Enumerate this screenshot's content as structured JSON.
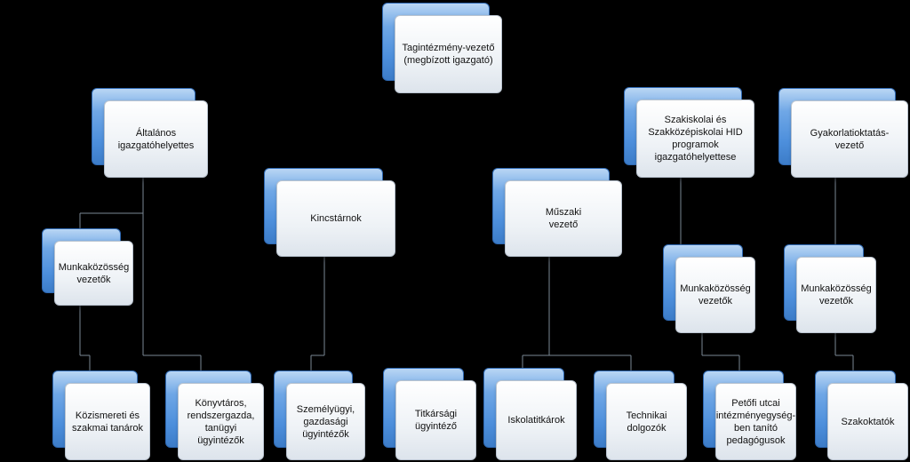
{
  "nodes": {
    "root": "Tagintézmény-vezető\n(megbízott igazgató)",
    "deputy_general": "Általános\nigazgatóhelyettes",
    "treasurer": "Kincstárnok",
    "tech_lead": "Műszaki\nvezető",
    "deputy_vocational": "Szakiskolai és\nSzakközépiskolai HID\nprogramok\nigazgatóhelyettese",
    "practical_lead": "Gyakorlatioktatás-\nvezető",
    "wg_leads_general": "Munkaközösség\nvezetők",
    "wg_leads_vocational": "Munkaközösség\nvezetők",
    "wg_leads_practical": "Munkaközösség\nvezetők",
    "general_teachers": "Közismereti és\nszakmai tanárok",
    "librarian": "Könyvtáros,\nrendszergazda,\ntanügyi\nügyintézők",
    "hr_finance": "Személyügyi,\ngazdasági\nügyintézők",
    "secretary": "Titkársági\nügyintéző",
    "school_clerks": "Iskolatitkárok",
    "technical_staff": "Technikai\ndolgozók",
    "petofi_teachers": "Petőfi utcai\nintézményegység-\nben tanító\npedagógusok",
    "vocational_teachers": "Szakoktatók"
  }
}
